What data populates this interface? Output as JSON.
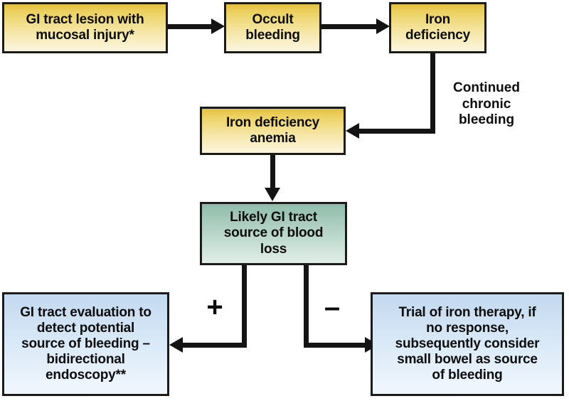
{
  "diagram": {
    "title": "Pathway from GI tract lesion to iron deficiency anemia evaluation",
    "colors": {
      "yellow_fill_top": "#e3c13f",
      "yellow_fill_bottom": "#fbf4dc",
      "green_fill_top": "#8fbcaa",
      "green_fill_bottom": "#e2eee8",
      "blue_fill_top": "#c3d9ef",
      "blue_fill_bottom": "#f1f7fd",
      "border": "#1b1b1b",
      "connector": "#141414",
      "background": "#ffffff"
    },
    "nodes": [
      {
        "id": "gi-tract-lesion",
        "text": "GI tract lesion with\nmucosal injury*",
        "style": "yellow"
      },
      {
        "id": "occult-bleeding",
        "text": "Occult\nbleeding",
        "style": "yellow"
      },
      {
        "id": "iron-deficiency",
        "text": "Iron\ndeficiency",
        "style": "yellow"
      },
      {
        "id": "iron-deficiency-anemia",
        "text": "Iron deficiency\nanemia",
        "style": "yellow"
      },
      {
        "id": "likely-gi-source",
        "text": "Likely GI tract\nsource of blood\nloss",
        "style": "green"
      },
      {
        "id": "gi-tract-evaluation",
        "text": "GI tract evaluation to\ndetect potential\nsource of bleeding –\nbidirectional\nendoscopy**",
        "style": "blue"
      },
      {
        "id": "iron-therapy-trial",
        "text": "Trial of iron therapy, if\nno response,\nsubsequently consider\nsmall bowel as source\nof bleeding",
        "style": "blue"
      }
    ],
    "edge_labels": [
      {
        "id": "continued-chronic-bleeding",
        "text": "Continued\nchronic\nbleeding"
      }
    ],
    "branch_signs": [
      {
        "id": "positive-branch",
        "text": "+"
      },
      {
        "id": "negative-branch",
        "text": "–"
      }
    ]
  }
}
